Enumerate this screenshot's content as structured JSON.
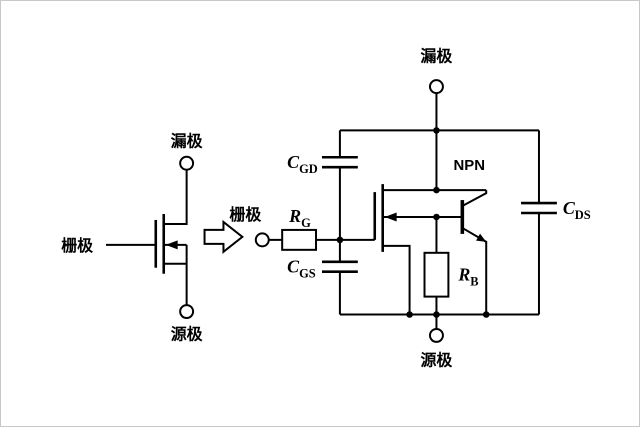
{
  "figure": {
    "background": "#ffffff",
    "border_color": "#c8c8c8",
    "stroke_color": "#000000"
  },
  "mosfet_symbol": {
    "drain_label": "漏极",
    "gate_label": "栅极",
    "source_label": "源极"
  },
  "arrow": {
    "direction": "right",
    "meaning": "transform-to-equivalent-circuit"
  },
  "equivalent_circuit": {
    "drain_label": "漏极",
    "gate_label": "栅极",
    "source_label": "源极",
    "transistor_label": "NPN",
    "gate_resistor": {
      "name": "R",
      "sub": "G"
    },
    "body_resistor": {
      "name": "R",
      "sub": "B"
    },
    "gate_drain_cap": {
      "name": "C",
      "sub": "GD"
    },
    "gate_source_cap": {
      "name": "C",
      "sub": "GS"
    },
    "drain_source_cap": {
      "name": "C",
      "sub": "DS"
    }
  }
}
